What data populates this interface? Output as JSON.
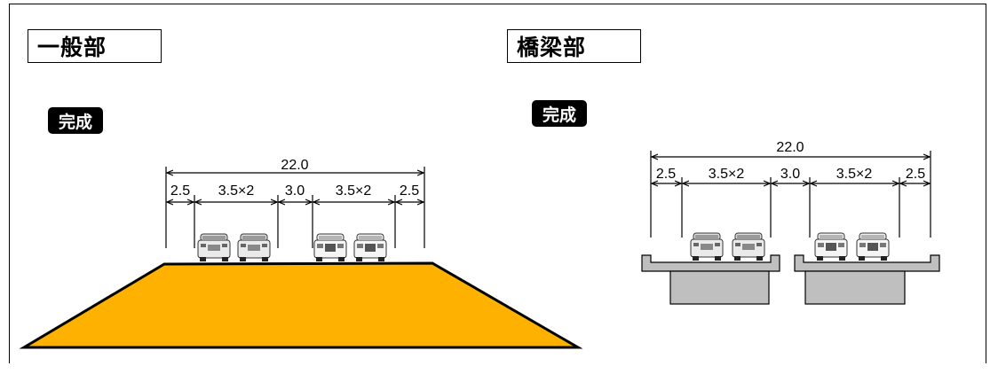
{
  "left": {
    "title": "一般部",
    "badge": "完成",
    "total_width": "22.0",
    "segments": [
      "2.5",
      "3.5×2",
      "3.0",
      "3.5×2",
      "2.5"
    ]
  },
  "right": {
    "title": "橋梁部",
    "badge": "完成",
    "total_width": "22.0",
    "segments": [
      "2.5",
      "3.5×2",
      "3.0",
      "3.5×2",
      "2.5"
    ]
  },
  "colors": {
    "embankment": "#FFB100",
    "bridge_girder": "#BFBFBF",
    "line": "#000000"
  }
}
